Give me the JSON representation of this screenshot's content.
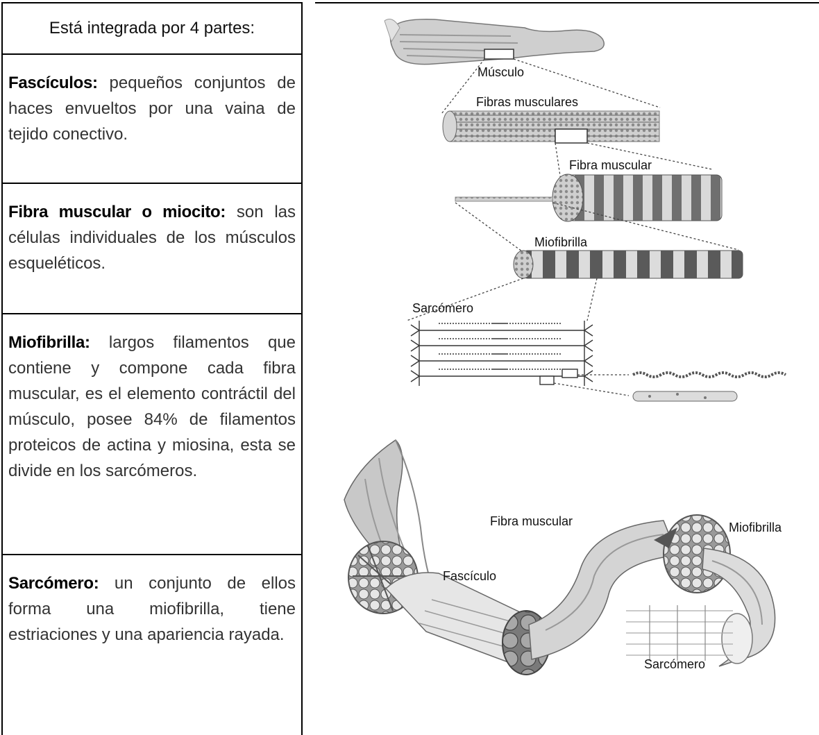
{
  "table": {
    "header": "Está integrada por 4 partes:",
    "rows": [
      {
        "term": "Fascículos:",
        "description": "pequeños conjuntos de haces envueltos por una vaina de tejido conectivo."
      },
      {
        "term": "Fibra muscular o miocito:",
        "description": "son las células individuales de los músculos esqueléticos."
      },
      {
        "term": "Miofibrilla:",
        "description": "largos filamentos que contiene y compone cada fibra muscular, es el elemento contráctil del músculo, posee 84% de filamentos proteicos de actina y miosina, esta se divide en los sarcómeros."
      },
      {
        "term": "Sarcómero:",
        "description": "un conjunto de ellos forma una miofibrilla, tiene estriaciones y una apariencia rayada."
      }
    ]
  },
  "diagram_top": {
    "labels": {
      "musculo": "Músculo",
      "fibras_musculares": "Fibras musculares",
      "fibra_muscular": "Fibra muscular",
      "miofibrilla": "Miofibrilla",
      "sarcomero": "Sarcómero"
    }
  },
  "diagram_bottom": {
    "labels": {
      "fibra_muscular": "Fibra muscular",
      "miofibrilla": "Miofibrilla",
      "fasciculo": "Fascículo",
      "sarcomero": "Sarcómero"
    }
  }
}
